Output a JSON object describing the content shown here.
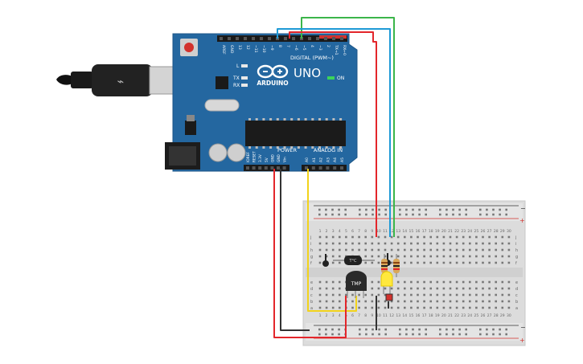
{
  "arduino": {
    "logo_text": "ARDUINO",
    "model": "UNO",
    "on_label": "ON",
    "digital_header": "DIGITAL (PWM~)",
    "power_header": "POWER",
    "analog_header": "ANALOG IN",
    "led_l": "L",
    "led_tx": "TX",
    "led_rx": "RX",
    "digital_pins": [
      "AREF",
      "GND",
      "13",
      "12",
      "~11",
      "~10",
      "~9",
      "8",
      "7",
      "~6",
      "~5",
      "4",
      "~3",
      "2",
      "TX→1",
      "RX←0"
    ],
    "power_pins": [
      "IOREF",
      "RESET",
      "3.3V",
      "5V",
      "GND",
      "GND",
      "Vin"
    ],
    "analog_pins": [
      "A0",
      "A1",
      "A2",
      "A3",
      "A4",
      "A5"
    ]
  },
  "breadboard": {
    "columns": [
      "1",
      "2",
      "3",
      "4",
      "5",
      "6",
      "7",
      "8",
      "9",
      "10",
      "11",
      "12",
      "13",
      "14",
      "15",
      "16",
      "17",
      "18",
      "19",
      "20",
      "21",
      "22",
      "23",
      "24",
      "25",
      "26",
      "27",
      "28",
      "29",
      "30"
    ],
    "row_letters_top": [
      "j",
      "i",
      "h",
      "g",
      "f"
    ],
    "row_letters_bottom": [
      "e",
      "d",
      "c",
      "b",
      "a"
    ],
    "rail_plus": "+",
    "rail_minus": "−"
  },
  "components": {
    "tmp_label": "TMP",
    "thermistor_label": "T°C"
  },
  "colors": {
    "board_blue": "#2467a0",
    "wire_red": "#e3262b",
    "wire_blue": "#1e9ad6",
    "wire_green": "#3bb54a",
    "wire_yellow": "#f2d31b",
    "wire_black": "#333333"
  }
}
